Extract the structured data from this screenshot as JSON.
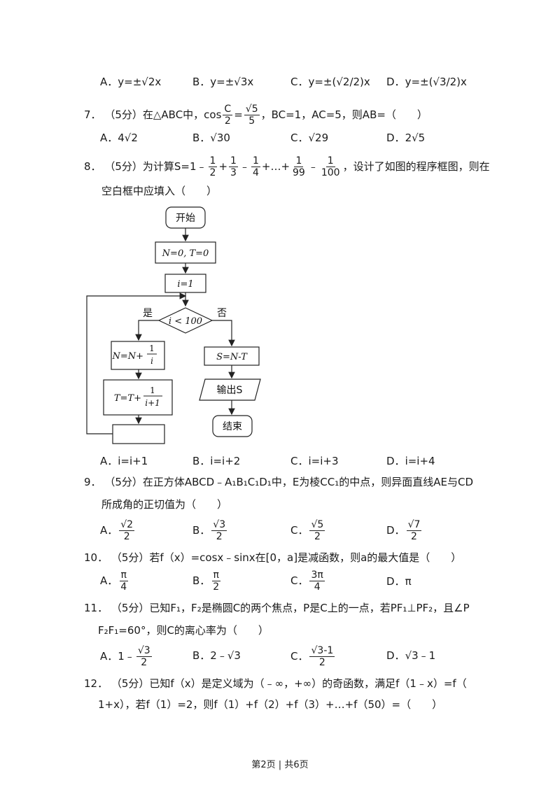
{
  "q6": {
    "options": [
      {
        "letter": "A．",
        "text": "y=±√2x"
      },
      {
        "letter": "B．",
        "text": "y=±√3x"
      },
      {
        "letter": "C．",
        "text": "y=±(√2/2)x"
      },
      {
        "letter": "D．",
        "text": "y=±(√3/2)x"
      }
    ]
  },
  "q7": {
    "num": "7．",
    "prefix": "（5分）在△ABC中，cos",
    "frac_num": "C",
    "frac_den": "2",
    "eq": "=",
    "frac2_num": "√5",
    "frac2_den": "5",
    "suffix": "，BC=1，AC=5，则AB=（　　）",
    "options": [
      {
        "letter": "A．",
        "text": "4√2"
      },
      {
        "letter": "B．",
        "text": "√30"
      },
      {
        "letter": "C．",
        "text": "√29"
      },
      {
        "letter": "D．",
        "text": "2√5"
      }
    ]
  },
  "q8": {
    "num": "8．",
    "prefix": "（5分）为计算S=1﹣",
    "terms": [
      "1/2",
      "1/3",
      "1/4",
      "1/99",
      "1/100"
    ],
    "suffix": "，设计了如图的程序框图，则在",
    "line2": "空白框中应填入（　　）",
    "flow": {
      "start": "开始",
      "init": "N=0, T=0",
      "i_init": "i=1",
      "cond": "i < 100",
      "yes": "是",
      "no": "否",
      "n_update": "N=N+",
      "n_frac_num": "1",
      "n_frac_den": "i",
      "t_update": "T=T+",
      "t_frac_num": "1",
      "t_frac_den": "i+1",
      "s_assign": "S=N-T",
      "output": "输出S",
      "end": "结束"
    },
    "options": [
      {
        "letter": "A．",
        "text": "i=i+1"
      },
      {
        "letter": "B．",
        "text": "i=i+2"
      },
      {
        "letter": "C．",
        "text": "i=i+3"
      },
      {
        "letter": "D．",
        "text": "i=i+4"
      }
    ]
  },
  "q9": {
    "num": "9．",
    "line1": "（5分）在正方体ABCD﹣A₁B₁C₁D₁中，E为棱CC₁的中点，则异面直线AE与CD",
    "line2": "所成角的正切值为（　　）",
    "options": [
      {
        "letter": "A．",
        "num": "√2",
        "den": "2"
      },
      {
        "letter": "B．",
        "num": "√3",
        "den": "2"
      },
      {
        "letter": "C．",
        "num": "√5",
        "den": "2"
      },
      {
        "letter": "D．",
        "num": "√7",
        "den": "2"
      }
    ]
  },
  "q10": {
    "num": "10．",
    "text": "（5分）若f（x）=cosx﹣sinx在[0，a]是减函数，则a的最大值是（　　）",
    "options": [
      {
        "letter": "A．",
        "num": "π",
        "den": "4"
      },
      {
        "letter": "B．",
        "num": "π",
        "den": "2"
      },
      {
        "letter": "C．",
        "num": "3π",
        "den": "4"
      },
      {
        "letter": "D．",
        "text": "π"
      }
    ]
  },
  "q11": {
    "num": "11．",
    "line1": "（5分）已知F₁，F₂是椭圆C的两个焦点，P是C上的一点，若PF₁⊥PF₂，且∠P",
    "line2": "F₂F₁=60°，则C的离心率为（　　）",
    "options": [
      {
        "letter": "A．",
        "pre": "1﹣",
        "num": "√3",
        "den": "2"
      },
      {
        "letter": "B．",
        "text": "2﹣√3"
      },
      {
        "letter": "C．",
        "num": "√3-1",
        "den": "2"
      },
      {
        "letter": "D．",
        "text": "√3﹣1"
      }
    ]
  },
  "q12": {
    "num": "12．",
    "line1": "（5分）已知f（x）是定义域为（﹣∞，+∞）的奇函数，满足f（1﹣x）=f（",
    "line2": "1+x），若f（1）=2，则f（1）+f（2）+f（3）+…+f（50）=（　　）"
  },
  "footer": "第2页 | 共6页"
}
